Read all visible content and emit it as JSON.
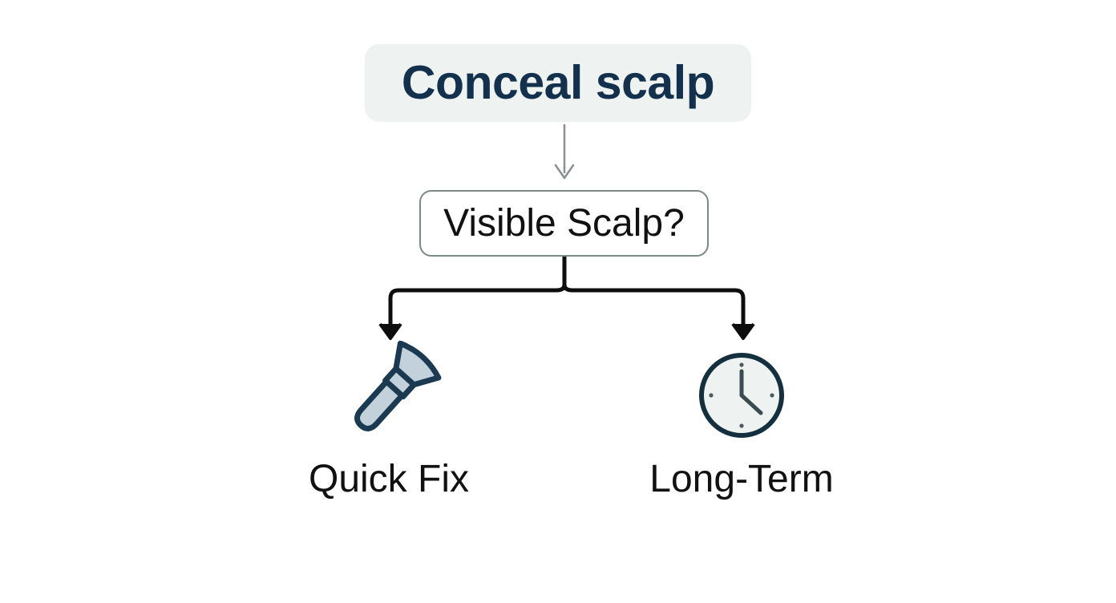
{
  "diagram": {
    "type": "flowchart",
    "title": {
      "label": "Conceal scalp",
      "background_color": "#eef3f1",
      "text_color": "#13304d"
    },
    "decision": {
      "label": "Visible Scalp?",
      "border_color": "#7b8a85",
      "background_color": "#ffffff",
      "text_color": "#111111"
    },
    "connectors": {
      "top_arrow": {
        "name": "title-to-decision-arrow",
        "color": "#8a8f92",
        "style": "thin-line-with-chevron-arrowhead"
      },
      "split_bracket": {
        "name": "decision-to-branches-bracket",
        "color": "#0d0d0d",
        "style": "thick-bracket-with-solid-arrowheads"
      }
    },
    "branches": [
      {
        "id": "quick-fix",
        "label": "Quick Fix",
        "icon": "makeup-brush-icon",
        "icon_outline_color": "#1b3a52",
        "icon_fill_color": "#c3d2da"
      },
      {
        "id": "long-term",
        "label": "Long-Term",
        "icon": "clock-icon",
        "icon_outline_color": "#14303f",
        "icon_fill_color": "#eef3f1",
        "clock_time": "12:20"
      }
    ]
  }
}
